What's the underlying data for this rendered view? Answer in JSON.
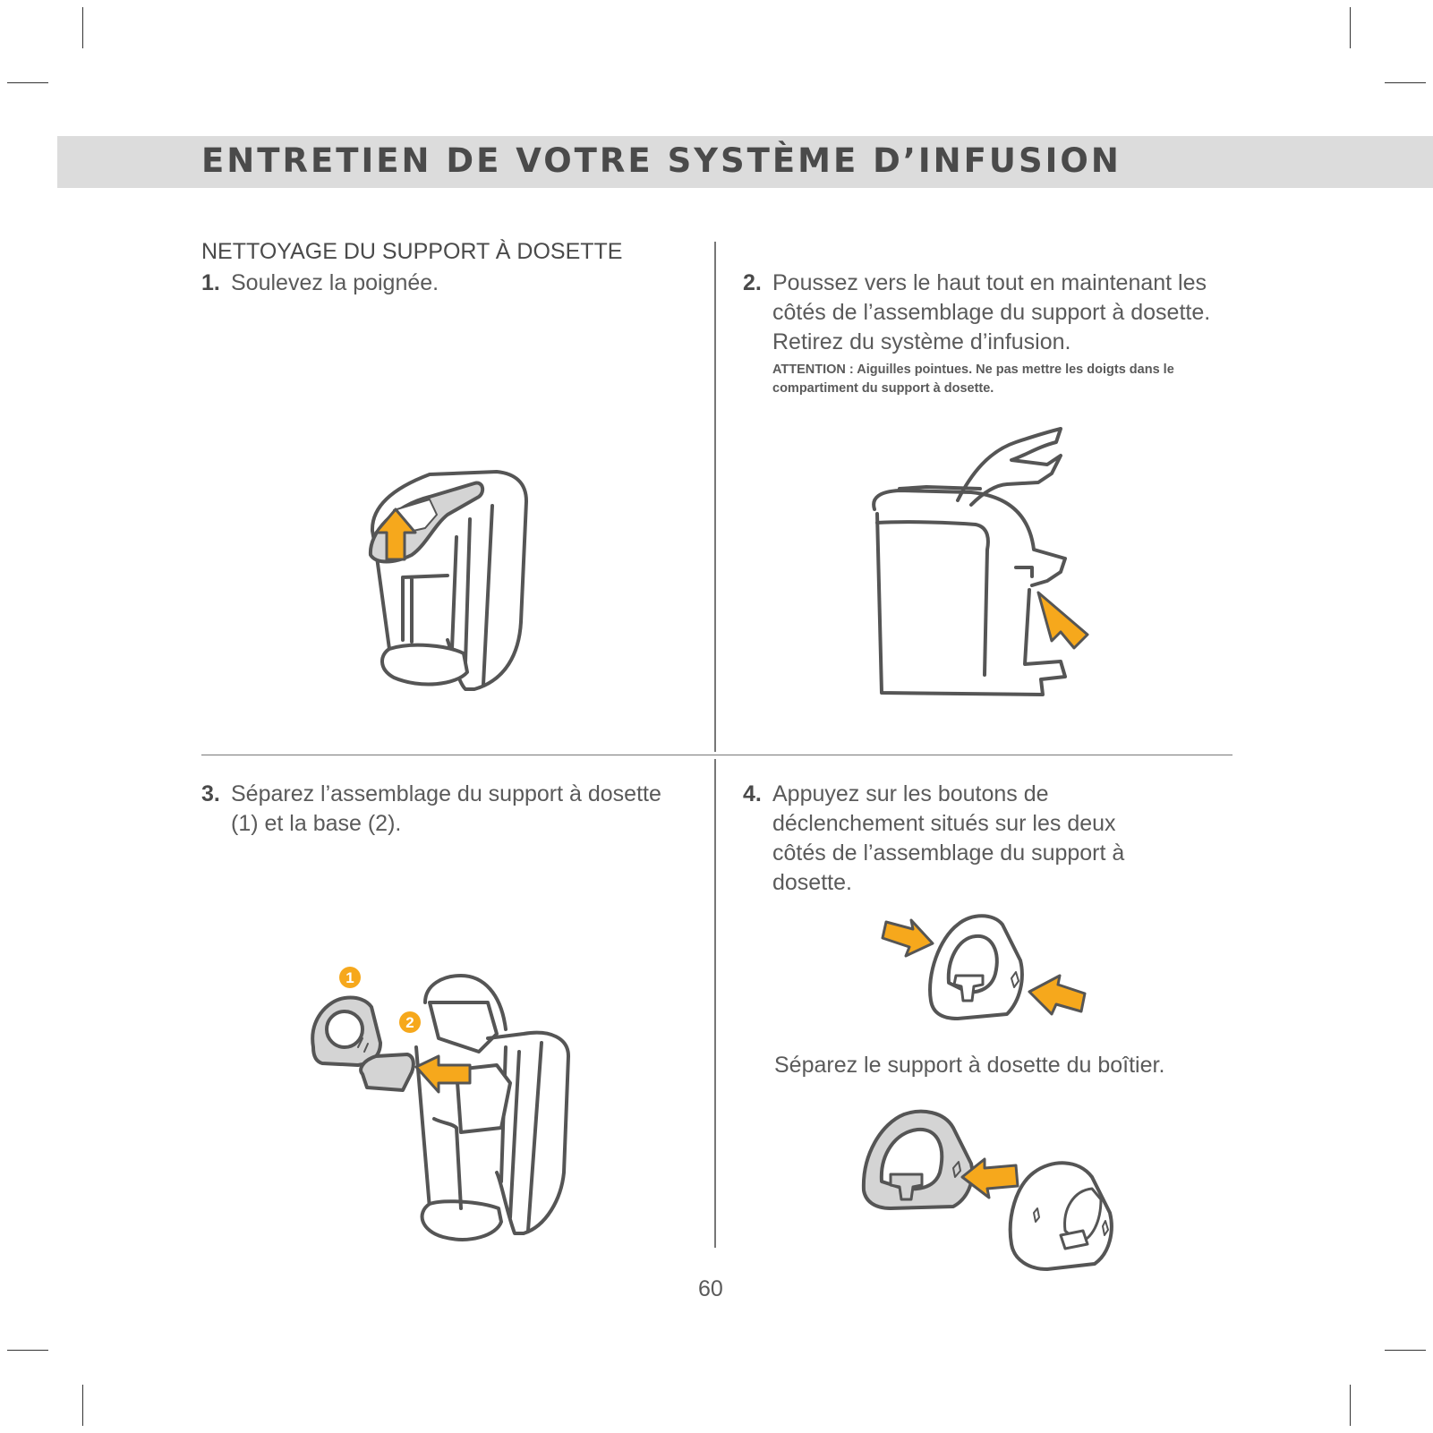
{
  "header": {
    "title": "ENTRETIEN DE VOTRE SYSTÈME D’INFUSION"
  },
  "section": {
    "title": "NETTOYAGE DU SUPPORT À DOSETTE"
  },
  "steps": [
    {
      "number": "1.",
      "text": "Soulevez la poignée."
    },
    {
      "number": "2.",
      "text": "Poussez vers le haut tout en maintenant les côtés de l’assemblage du support à dosette. Retirez du système d’infusion."
    },
    {
      "number": "3.",
      "text": "Séparez l’assemblage du support à dosette (1) et la base (2)."
    },
    {
      "number": "4.",
      "text": "Appuyez sur les boutons de déclenchement situés sur les deux côtés de l’assemblage du support à dosette."
    }
  ],
  "attention": "ATTENTION : Aiguilles pointues. Ne pas mettre les doigts dans le compartiment du support à dosette.",
  "caption": "Séparez le support à dosette du boîtier.",
  "badges": [
    "1",
    "2"
  ],
  "page_number": "60",
  "colors": {
    "accent": "#f6a81c",
    "line": "#555555",
    "fill_gray": "#d4d4d4",
    "header_band": "#dcdcdc"
  }
}
